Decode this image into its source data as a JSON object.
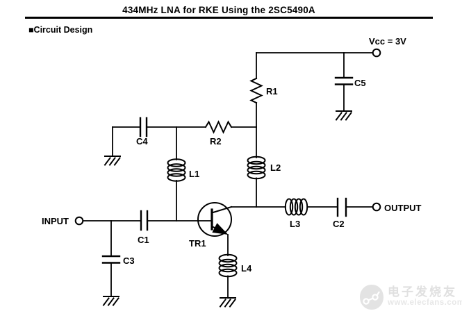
{
  "header": {
    "title": "434MHz LNA for RKE Using the 2SC5490A",
    "section": "■Circuit Design"
  },
  "circuit": {
    "power_label": "Vcc = 3V",
    "input_label": "INPUT",
    "output_label": "OUTPUT",
    "components": {
      "R1": "R1",
      "R2": "R2",
      "C1": "C1",
      "C2": "C2",
      "C3": "C3",
      "C4": "C4",
      "C5": "C5",
      "L1": "L1",
      "L2": "L2",
      "L3": "L3",
      "L4": "L4",
      "TR1": "TR1"
    }
  },
  "watermark": {
    "brand": "电子发烧友",
    "url": "www.elecfans.com"
  },
  "colors": {
    "line": "#000000",
    "background": "#ffffff",
    "watermark": "#e4e4e4"
  }
}
